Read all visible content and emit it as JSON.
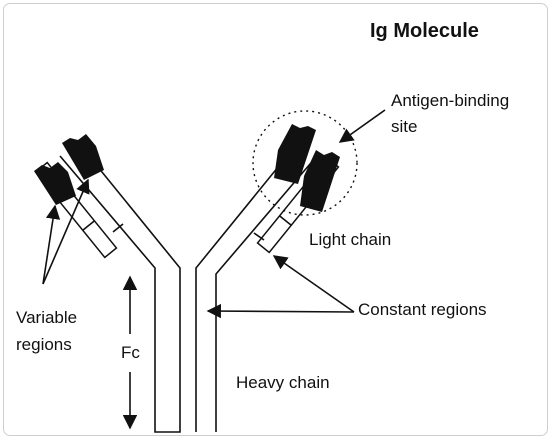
{
  "diagram": {
    "title": "Ig Molecule",
    "labels": {
      "antigen_binding_line1": "Antigen-binding",
      "antigen_binding_line2": "site",
      "light_chain": "Light chain",
      "constant_regions": "Constant regions",
      "variable_line1": "Variable",
      "variable_line2": "regions",
      "fc": "Fc",
      "heavy_chain": "Heavy chain"
    }
  }
}
